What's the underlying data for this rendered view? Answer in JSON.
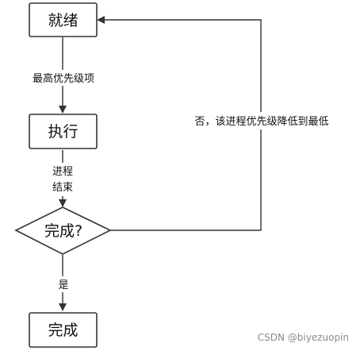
{
  "nodes": {
    "ready": "就绪",
    "execute": "执行",
    "done_decision": "完成?",
    "complete": "完成"
  },
  "edges": {
    "highest_priority": "最高优先级项",
    "process_end_line1": "进程",
    "process_end_line2": "结束",
    "yes": "是",
    "no_lower_priority": "否，该进程优先级降低到最低"
  },
  "watermark": "CSDN @biyezuopin",
  "colors": {
    "stroke": "#333333",
    "text": "#111111",
    "watermark": "#8a8a8a"
  }
}
